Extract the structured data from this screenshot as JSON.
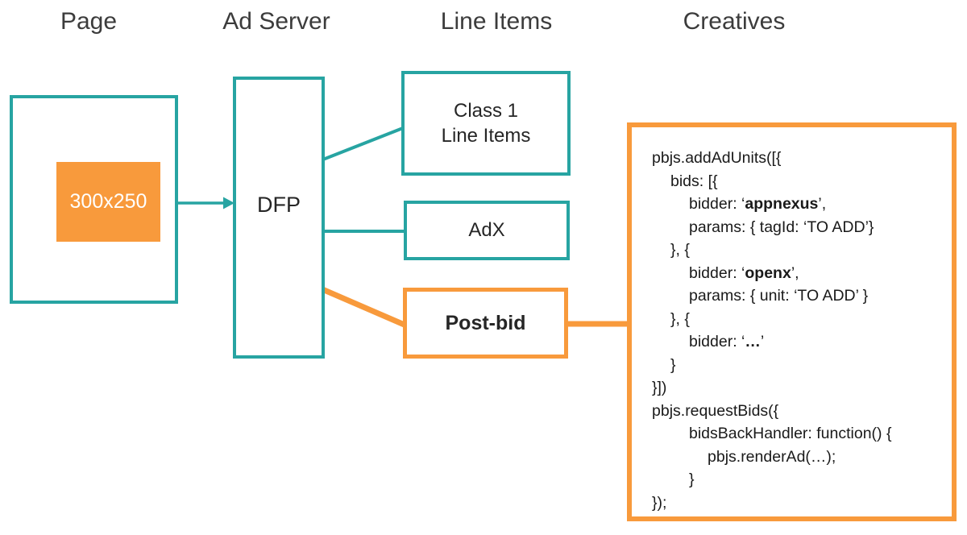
{
  "palette": {
    "teal": "#27a4a2",
    "orange": "#f89a3c",
    "heading": "#3c3c3c",
    "text": "#262626",
    "code": "#1a1a1a",
    "bg": "#ffffff"
  },
  "headers": [
    {
      "label": "Page"
    },
    {
      "label": "Ad Server"
    },
    {
      "label": "Line Items"
    },
    {
      "label": "Creatives"
    }
  ],
  "boxes": {
    "page_slot": "300x250",
    "dfp": "DFP",
    "class1": {
      "line1": "Class 1",
      "line2": "Line Items"
    },
    "adx": "AdX",
    "postbid": "Post-bid"
  },
  "code": {
    "lines": [
      {
        "indent": 0,
        "parts": [
          {
            "text": "pbjs.addAdUnits([{"
          }
        ]
      },
      {
        "indent": 1,
        "parts": [
          {
            "text": "bids: [{"
          }
        ]
      },
      {
        "indent": 2,
        "parts": [
          {
            "text": "bidder: ‘"
          },
          {
            "text": "appnexus",
            "bold": true
          },
          {
            "text": "’,"
          }
        ]
      },
      {
        "indent": 2,
        "parts": [
          {
            "text": "params: { tagId: ‘TO ADD’}"
          }
        ]
      },
      {
        "indent": 1,
        "parts": [
          {
            "text": "}, {"
          }
        ]
      },
      {
        "indent": 2,
        "parts": [
          {
            "text": "bidder: ‘"
          },
          {
            "text": "openx",
            "bold": true
          },
          {
            "text": "’,"
          }
        ]
      },
      {
        "indent": 2,
        "parts": [
          {
            "text": "params: { unit: ‘TO ADD’ }"
          }
        ]
      },
      {
        "indent": 1,
        "parts": [
          {
            "text": "}, {"
          }
        ]
      },
      {
        "indent": 2,
        "parts": [
          {
            "text": "bidder: ‘"
          },
          {
            "text": "…",
            "bold": true
          },
          {
            "text": "’"
          }
        ]
      },
      {
        "indent": 1,
        "parts": [
          {
            "text": "}"
          }
        ]
      },
      {
        "indent": 0,
        "parts": [
          {
            "text": "}])"
          }
        ]
      },
      {
        "indent": 0,
        "parts": [
          {
            "text": "pbjs.requestBids({"
          }
        ]
      },
      {
        "indent": 2,
        "parts": [
          {
            "text": "bidsBackHandler: function() {"
          }
        ]
      },
      {
        "indent": 3,
        "parts": [
          {
            "text": "pbjs.renderAd(…);"
          }
        ]
      },
      {
        "indent": 2,
        "parts": [
          {
            "text": "}"
          }
        ]
      },
      {
        "indent": 0,
        "parts": [
          {
            "text": "});"
          }
        ]
      }
    ]
  }
}
